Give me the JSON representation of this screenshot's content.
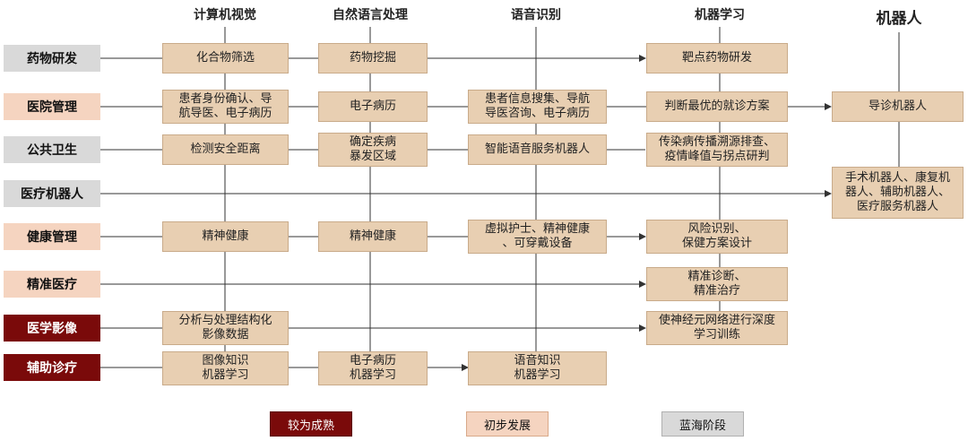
{
  "columns": {
    "cv": "计算机视觉",
    "nlp": "自然语言处理",
    "speech": "语音识别",
    "ml": "机器学习",
    "robot": "机器人"
  },
  "rows": {
    "drug": "药物研发",
    "hospital": "医院管理",
    "public": "公共卫生",
    "medrobot": "医疗机器人",
    "health": "健康管理",
    "precision": "精准医疗",
    "imaging": "医学影像",
    "assist": "辅助诊疗"
  },
  "boxes": {
    "drug_cv": "化合物筛选",
    "drug_nlp": "药物挖掘",
    "drug_ml": "靶点药物研发",
    "hosp_cv_1": "患者身份确认、导",
    "hosp_cv_2": "航导医、电子病历",
    "hosp_nlp": "电子病历",
    "hosp_speech_1": "患者信息搜集、导航",
    "hosp_speech_2": "导医咨询、电子病历",
    "hosp_ml": "判断最优的就诊方案",
    "hosp_robot": "导诊机器人",
    "pub_cv": "检测安全距离",
    "pub_nlp_1": "确定疾病",
    "pub_nlp_2": "暴发区域",
    "pub_speech": "智能语音服务机器人",
    "pub_ml_1": "传染病传播溯源排查、",
    "pub_ml_2": "疫情峰值与拐点研判",
    "medrobot_robot_1": "手术机器人、康复机",
    "medrobot_robot_2": "器人、辅助机器人、",
    "medrobot_robot_3": "医疗服务机器人",
    "health_cv": "精神健康",
    "health_nlp": "精神健康",
    "health_speech_1": "虚拟护士、精神健康",
    "health_speech_2": "、可穿戴设备",
    "health_ml_1": "风险识别、",
    "health_ml_2": "保健方案设计",
    "prec_ml_1": "精准诊断、",
    "prec_ml_2": "精准治疗",
    "img_cv_1": "分析与处理结构化",
    "img_cv_2": "影像数据",
    "img_ml_1": "使神经元网络进行深度",
    "img_ml_2": "学习训练",
    "assist_cv_1": "图像知识",
    "assist_cv_2": "机器学习",
    "assist_nlp_1": "电子病历",
    "assist_nlp_2": "机器学习",
    "assist_speech_1": "语音知识",
    "assist_speech_2": "机器学习"
  },
  "legend": {
    "mature": "较为成熟",
    "initial": "初步发展",
    "blue_ocean": "蓝海阶段"
  },
  "colors": {
    "box_fill": "#e8cfb2",
    "maroon": "#7a0a0a",
    "peach": "#f5d4c0",
    "gray": "#d9d9d9",
    "line": "#333333"
  }
}
